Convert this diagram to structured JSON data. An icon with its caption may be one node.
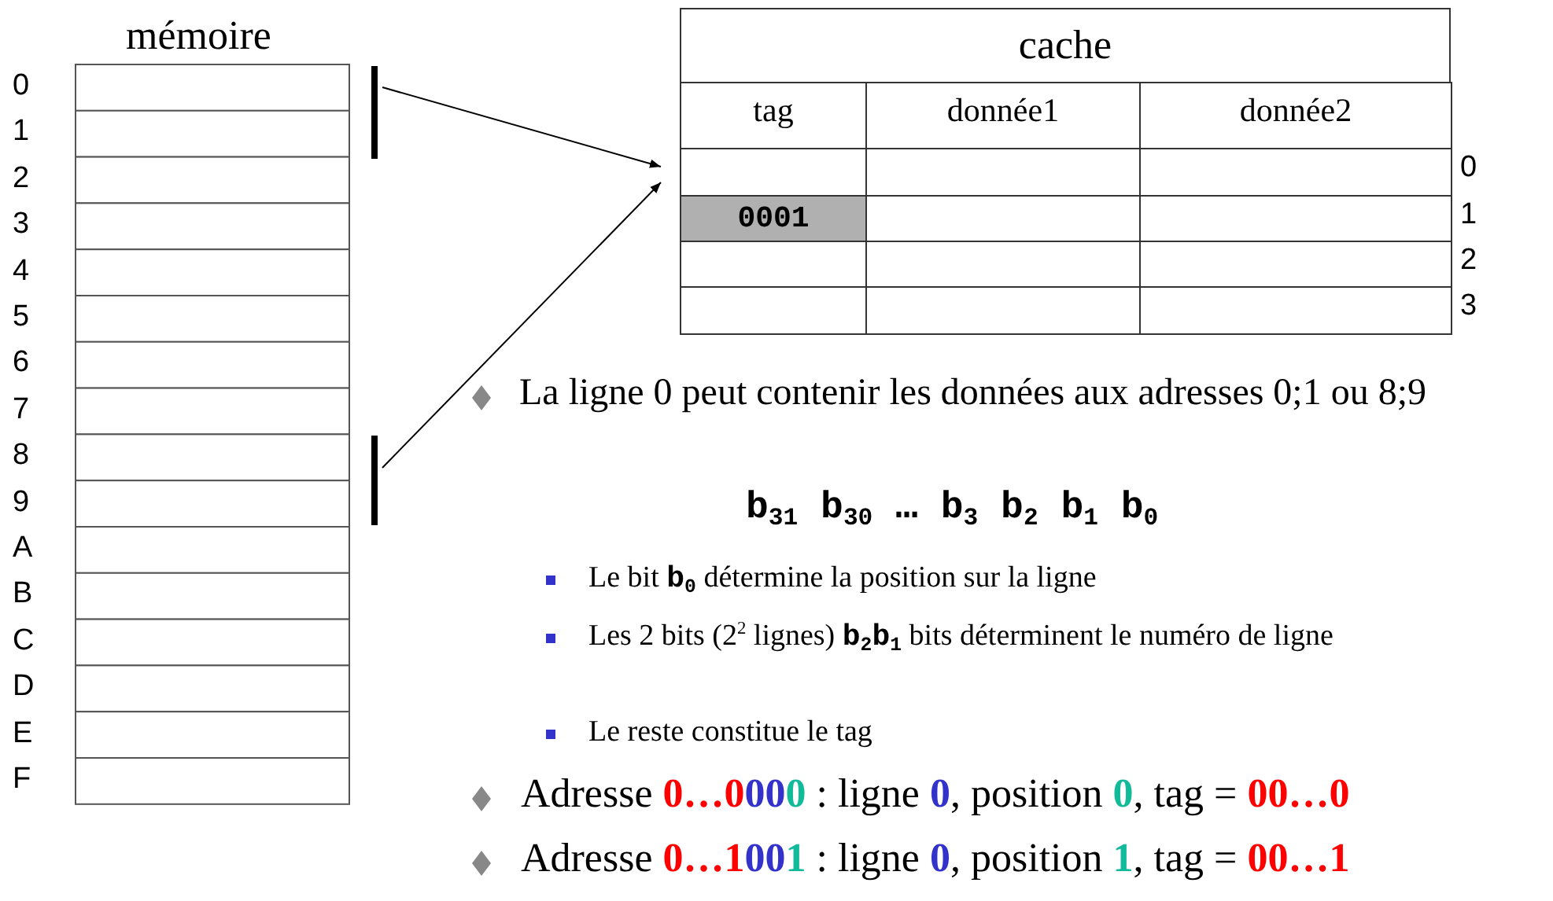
{
  "diagram": {
    "nodes": [
      {
        "text": [],
        "shape": "bar"
      },
      {
        "text": [],
        "shape": "bar"
      },
      {
        "text": [],
        "shape": "box"
      }
    ],
    "edges": [
      {
        "from": 0,
        "to": 2,
        "arrow": "to"
      },
      {
        "from": 1,
        "to": 2,
        "arrow": "to"
      }
    ],
    "labels": [
      "mémoire",
      "0",
      "1",
      "2",
      "3",
      "4",
      "5",
      "6",
      "7",
      "8",
      "9",
      "A",
      "B",
      "C",
      "D",
      "E",
      "F",
      "cache",
      "tag",
      "donnée1",
      "donnée2",
      "0",
      "0001",
      "1",
      "2",
      "3",
      "La ligne 0 peut contenir les données aux adresses 0;1 ou 8;9",
      "b$_{31}$ b$_{30}$ … b$_{3}$ b$_{2}$ b$_{1}$ b$_{0}$",
      "Le bit **b**$_{0}$ détermine la position sur la ligne",
      "Les 2 bits (2$^{2}$ lignes) **b**$_{2}$**b**$_{1}$ bits déterminent le numéro de ligne",
      "Le reste constitue le tag",
      "Adresse **0…0000** : ligne **0**, position **0**, tag = **00…0**",
      "Adresse **0…1001** : ligne **0**, position **1**, tag = **00…1**"
    ]
  }
}
